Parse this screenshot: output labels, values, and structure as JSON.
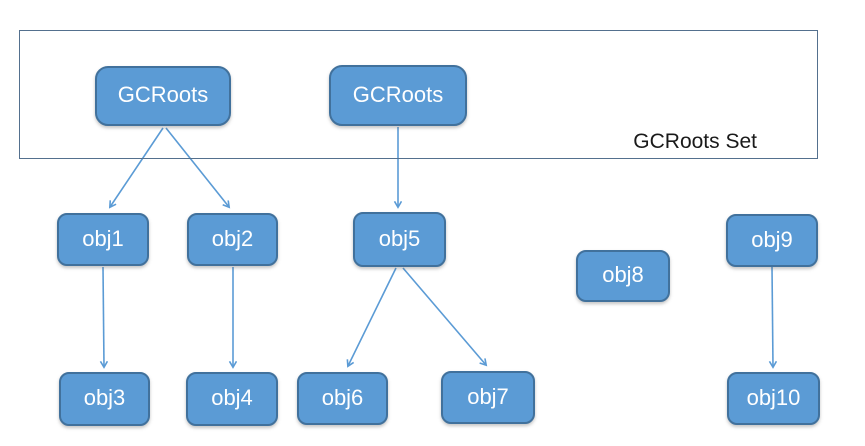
{
  "diagram": {
    "container": {
      "label": "GCRoots Set"
    },
    "nodes": {
      "gcroots1": {
        "label": "GCRoots"
      },
      "gcroots2": {
        "label": "GCRoots"
      },
      "obj1": {
        "label": "obj1"
      },
      "obj2": {
        "label": "obj2"
      },
      "obj3": {
        "label": "obj3"
      },
      "obj4": {
        "label": "obj4"
      },
      "obj5": {
        "label": "obj5"
      },
      "obj6": {
        "label": "obj6"
      },
      "obj7": {
        "label": "obj7"
      },
      "obj8": {
        "label": "obj8"
      },
      "obj9": {
        "label": "obj9"
      },
      "obj10": {
        "label": "obj10"
      }
    },
    "edges": [
      {
        "from": "gcroots1",
        "to": "obj1"
      },
      {
        "from": "gcroots1",
        "to": "obj2"
      },
      {
        "from": "gcroots2",
        "to": "obj5"
      },
      {
        "from": "obj1",
        "to": "obj3"
      },
      {
        "from": "obj2",
        "to": "obj4"
      },
      {
        "from": "obj5",
        "to": "obj6"
      },
      {
        "from": "obj5",
        "to": "obj7"
      },
      {
        "from": "obj9",
        "to": "obj10"
      }
    ],
    "colors": {
      "node_fill": "#5b9bd5",
      "node_border": "#41719c",
      "node_text": "#ffffff",
      "arrow": "#5b9bd5",
      "container_border": "#54708e",
      "container_label_text": "#1a1a1a",
      "background": "#ffffff"
    }
  }
}
